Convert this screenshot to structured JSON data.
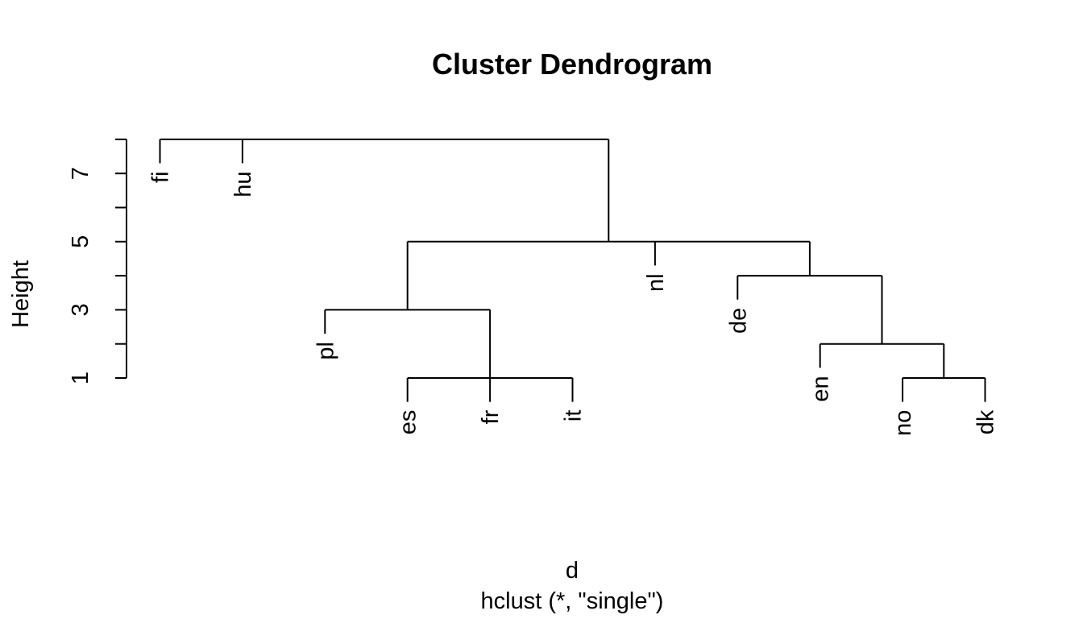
{
  "chart_data": {
    "type": "dendrogram",
    "title": "Cluster Dendrogram",
    "xlabel": "d",
    "sub": "hclust (*, \"single\")",
    "ylabel": "Height",
    "yticks": [
      1,
      3,
      5,
      7
    ],
    "yaxis_range": [
      1,
      8
    ],
    "method": "single",
    "hang": 0.1,
    "leaves": [
      "fi",
      "hu",
      "pl",
      "es",
      "fr",
      "it",
      "nl",
      "de",
      "en",
      "no",
      "dk"
    ],
    "merges": [
      {
        "height": 1,
        "members": [
          "es",
          "fr",
          "it"
        ]
      },
      {
        "height": 1,
        "members": [
          "no",
          "dk"
        ]
      },
      {
        "height": 2,
        "members": [
          "en",
          "no",
          "dk"
        ]
      },
      {
        "height": 3,
        "members": [
          "pl",
          "es",
          "fr",
          "it"
        ]
      },
      {
        "height": 4,
        "members": [
          "de",
          "en",
          "no",
          "dk"
        ]
      },
      {
        "height": 5,
        "members": [
          "pl",
          "es",
          "fr",
          "it",
          "nl",
          "de",
          "en",
          "no",
          "dk"
        ]
      },
      {
        "height": 8,
        "members": [
          "fi",
          "hu",
          "pl",
          "es",
          "fr",
          "it",
          "nl",
          "de",
          "en",
          "no",
          "dk"
        ]
      }
    ],
    "leaf_heights": [
      {
        "leaf": "fi",
        "merge_height": 8
      },
      {
        "leaf": "hu",
        "merge_height": 8
      },
      {
        "leaf": "pl",
        "merge_height": 3
      },
      {
        "leaf": "es",
        "merge_height": 1
      },
      {
        "leaf": "fr",
        "merge_height": 1
      },
      {
        "leaf": "it",
        "merge_height": 1
      },
      {
        "leaf": "nl",
        "merge_height": 5
      },
      {
        "leaf": "de",
        "merge_height": 4
      },
      {
        "leaf": "en",
        "merge_height": 2
      },
      {
        "leaf": "no",
        "merge_height": 1
      },
      {
        "leaf": "dk",
        "merge_height": 1
      }
    ]
  }
}
